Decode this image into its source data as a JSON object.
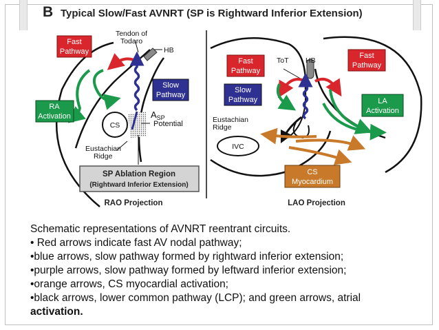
{
  "figure": {
    "letter": "B",
    "title": "Typical Slow/Fast AVNRT (SP is Rightward Inferior Extension)"
  },
  "rao": {
    "fast_pathway": [
      "Fast",
      "Pathway"
    ],
    "tendon": [
      "Tendon of",
      "Todaro"
    ],
    "hb": "HB",
    "slow_pathway": [
      "Slow",
      "Pathway"
    ],
    "ra_activation": [
      "RA",
      "Activation"
    ],
    "cs": "CS",
    "asp": {
      "main": "A",
      "sub": "SP",
      "line2": "Potential"
    },
    "eustachian": [
      "Eustachian",
      "Ridge"
    ],
    "ablation": [
      "SP Ablation Region",
      "(Rightward Inferior Extension)"
    ],
    "projection": "RAO Projection"
  },
  "lao": {
    "fast_pathway_left": [
      "Fast",
      "Pathway"
    ],
    "tot": "ToT",
    "hb": "HB",
    "fast_pathway_right": [
      "Fast",
      "Pathway"
    ],
    "slow_pathway": [
      "Slow",
      "Pathway"
    ],
    "la_activation": [
      "LA",
      "Activation"
    ],
    "eustachian": [
      "Eustachian",
      "Ridge"
    ],
    "ivc": "IVC",
    "cs_myocardium": [
      "CS",
      "Myocardium"
    ],
    "projection": "LAO Projection"
  },
  "colors": {
    "fast": "#d9262c",
    "slow": "#2e3192",
    "ra_la": "#1a9a4a",
    "cs_orange": "#c87a2a",
    "ablation_fill": "#d4d4d4"
  },
  "caption": {
    "line1": "Schematic representations of AVNRT reentrant circuits.",
    "line2": "• Red arrows indicate fast AV nodal pathway;",
    "line3": "•blue arrows, slow pathway formed by rightward inferior extension;",
    "line4": "•purple arrows, slow pathway formed by leftward inferior extension;",
    "line5": "•orange arrows, CS myocardial activation;",
    "line6": "•black arrows, lower common pathway (LCP); and green arrows, atrial",
    "line7": "activation."
  }
}
